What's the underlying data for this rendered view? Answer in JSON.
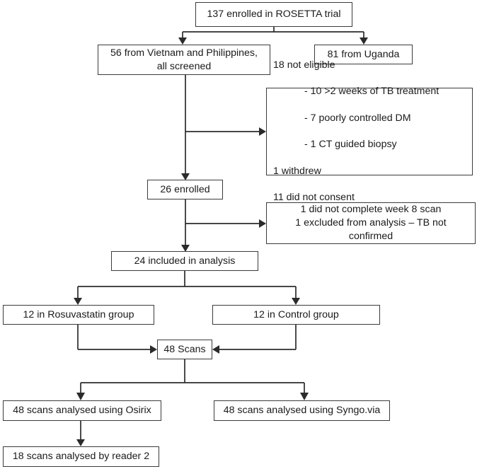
{
  "diagram": {
    "title": "ROSETTA trial CONSORT flow diagram",
    "type": "flowchart",
    "box_border_color": "#3b3b3b",
    "line_color": "#2b2b2b",
    "background": "#ffffff"
  },
  "nodes": {
    "enrolled_total": "137 enrolled in ROSETTA trial",
    "vietnam_philippines": "56 from Vietnam and Philippines,\nall screened",
    "uganda": "81 from Uganda",
    "not_eligible": {
      "line1": "18 not eligible",
      "line2": "- 10 >2 weeks of TB treatment",
      "line3": "- 7 poorly controlled DM",
      "line4": "- 1 CT guided biopsy",
      "line5": "1 withdrew",
      "line6": "11 did not consent"
    },
    "enrolled_26": "26 enrolled",
    "excluded_analysis": "1 did not complete week 8 scan\n1 excluded from analysis – TB not\nconfirmed",
    "included_24": "24 included in analysis",
    "rosuvastatin_group": "12 in Rosuvastatin group",
    "control_group": "12 in Control group",
    "scans_48": "48 Scans",
    "osirix": "48 scans analysed using Osirix",
    "syngo": "48 scans analysed using Syngo.via",
    "reader2": "18 scans analysed by reader 2"
  }
}
